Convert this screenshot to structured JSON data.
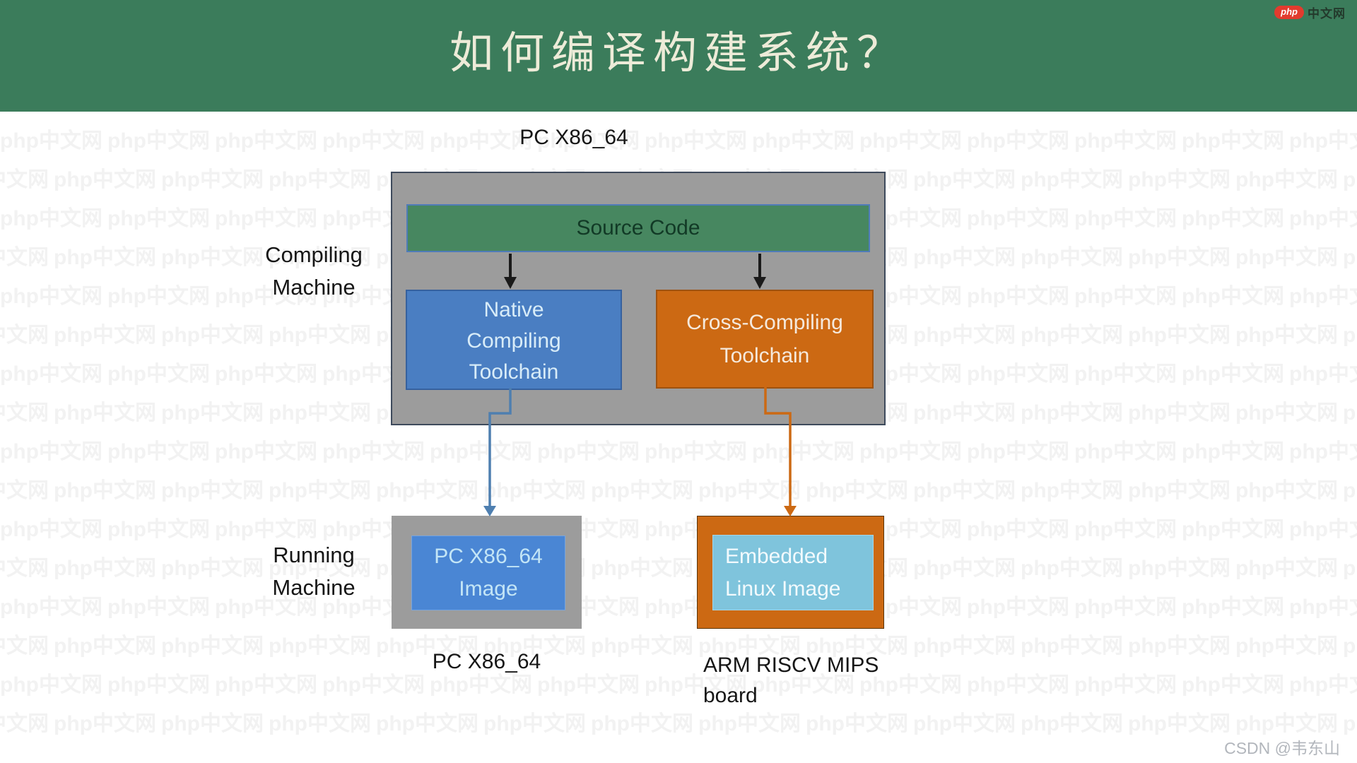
{
  "header": {
    "title": "如何编译构建系统？",
    "logo": {
      "badge": "php",
      "text": "中文网"
    }
  },
  "diagram": {
    "top_label": "PC X86_64",
    "compiling_machine": {
      "lines": [
        "Compiling",
        "Machine"
      ]
    },
    "running_machine": {
      "lines": [
        "Running",
        "Machine"
      ]
    },
    "source_code": "Source Code",
    "native_toolchain": {
      "lines": [
        "Native",
        "Compiling",
        "Toolchain"
      ]
    },
    "cross_toolchain": {
      "lines": [
        "Cross-Compiling",
        "Toolchain"
      ]
    },
    "pc_image": {
      "lines": [
        "PC X86_64",
        "Image"
      ]
    },
    "embedded_image": {
      "lines": [
        "Embedded",
        "Linux Image"
      ]
    },
    "bottom_pc_label": "PC X86_64",
    "board_label": {
      "lines": [
        "ARM RISCV MIPS",
        "board"
      ]
    }
  },
  "watermarks": {
    "tile_text": "php中文网",
    "credit": "CSDN @韦东山"
  },
  "colors": {
    "header_green": "#3B7C5B",
    "title_text": "#EDEBD8",
    "container_gray": "#9C9C9C",
    "container_border": "#3E4A5C",
    "source_green": "#478760",
    "source_border": "#4F7CB8",
    "source_text": "#123A26",
    "native_blue": "#4A7EC2",
    "native_border": "#36619E",
    "cross_orange": "#CC6913",
    "cross_border": "#9E5210",
    "pc_image_blue": "#4A86D4",
    "embedded_lightblue": "#7FC4DC",
    "arrow_black": "#1a1a1a",
    "connector_blue": "#4E7FB0",
    "connector_orange": "#CC6913",
    "logo_red": "#E23B2E",
    "label_text": "#161616",
    "credit_gray": "#B2B6BC"
  }
}
